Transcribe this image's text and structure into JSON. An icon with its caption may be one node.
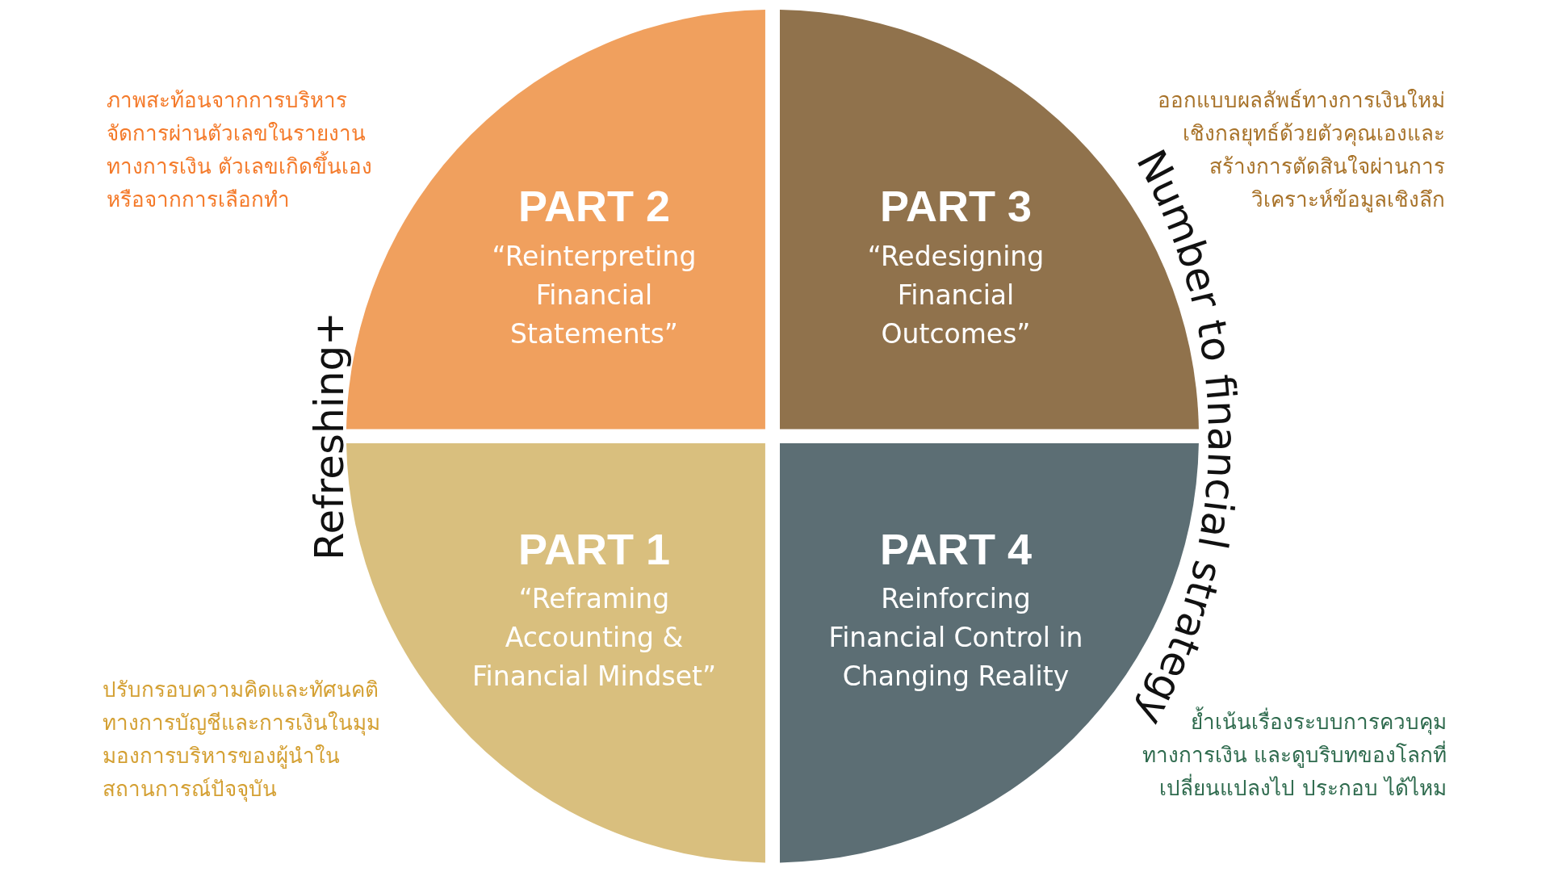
{
  "diagram": {
    "nodes": [
      {
        "text": [
          "PART 2",
          "“Reinterpreting Financial Statements”"
        ],
        "beside": [
          "ภาพสะท้อนจากการบริหารจัดการผ่านตัวเลขในรายงานทางการเงิน ตัวเลขเกิดขึ้นเองหรือจากการเลือกทำ"
        ]
      },
      {
        "text": [
          "PART 3",
          "“Redesigning Financial Outcomes”"
        ],
        "beside": [
          "ออกแบบผลลัพธ์ทางการเงินใหม่เชิงกลยุทธ์ด้วยตัวคุณเองและสร้างการตัดสินใจผ่านการวิเคราะห์ข้อมูลเชิงลึก"
        ]
      },
      {
        "text": [
          "PART 1",
          "“Reframing Accounting & Financial Mindset”"
        ],
        "beside": [
          "ปรับกรอบความคิดและทัศนคติทางการบัญชีและการเงินในมุมมองการบริหารของผู้นำในสถานการณ์ปัจจุบัน"
        ]
      },
      {
        "text": [
          "PART 4",
          "Reinforcing Financial Control in Changing Reality"
        ],
        "beside": [
          "ย้ำเน้นเรื่องระบบการควบคุมทางการเงิน และดูบริบทของโลกที่เปลี่ยนแปลงไป ประกอบ ได้ไหม"
        ]
      }
    ],
    "labels": [
      "Refreshing+",
      "Number to financial strategy"
    ]
  }
}
